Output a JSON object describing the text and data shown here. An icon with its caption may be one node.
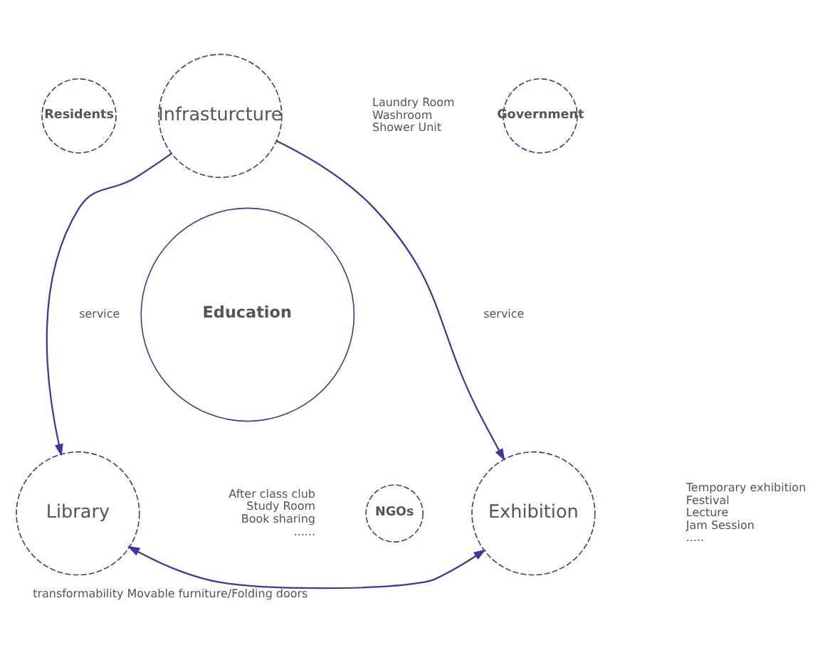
{
  "diagram": {
    "nodes": [
      {
        "text": [
          "Infrasturcture"
        ],
        "beside": [
          "Laundry Room",
          "Washroom",
          "Shower Unit"
        ]
      },
      {
        "text": [
          "Residents"
        ]
      },
      {
        "text": [
          "Government"
        ]
      },
      {
        "text": [
          "Education"
        ]
      },
      {
        "text": [
          "Library"
        ],
        "beside": [
          "After class club",
          "Study Room",
          "Book sharing",
          "......"
        ]
      },
      {
        "text": [
          "Exhibition"
        ],
        "beside": [
          "Temporary exhibition",
          "Festival",
          "Lecture",
          "Jam Session",
          "....."
        ]
      },
      {
        "text": [
          "NGOs"
        ]
      }
    ],
    "edges": [
      {
        "from": 0,
        "to": 4,
        "arrow": "to",
        "label": "service"
      },
      {
        "from": 0,
        "to": 5,
        "arrow": "to",
        "label": "service"
      },
      {
        "from": 4,
        "to": 5,
        "arrow": "both",
        "label": "transformability Movable furniture/Folding doors"
      }
    ]
  }
}
